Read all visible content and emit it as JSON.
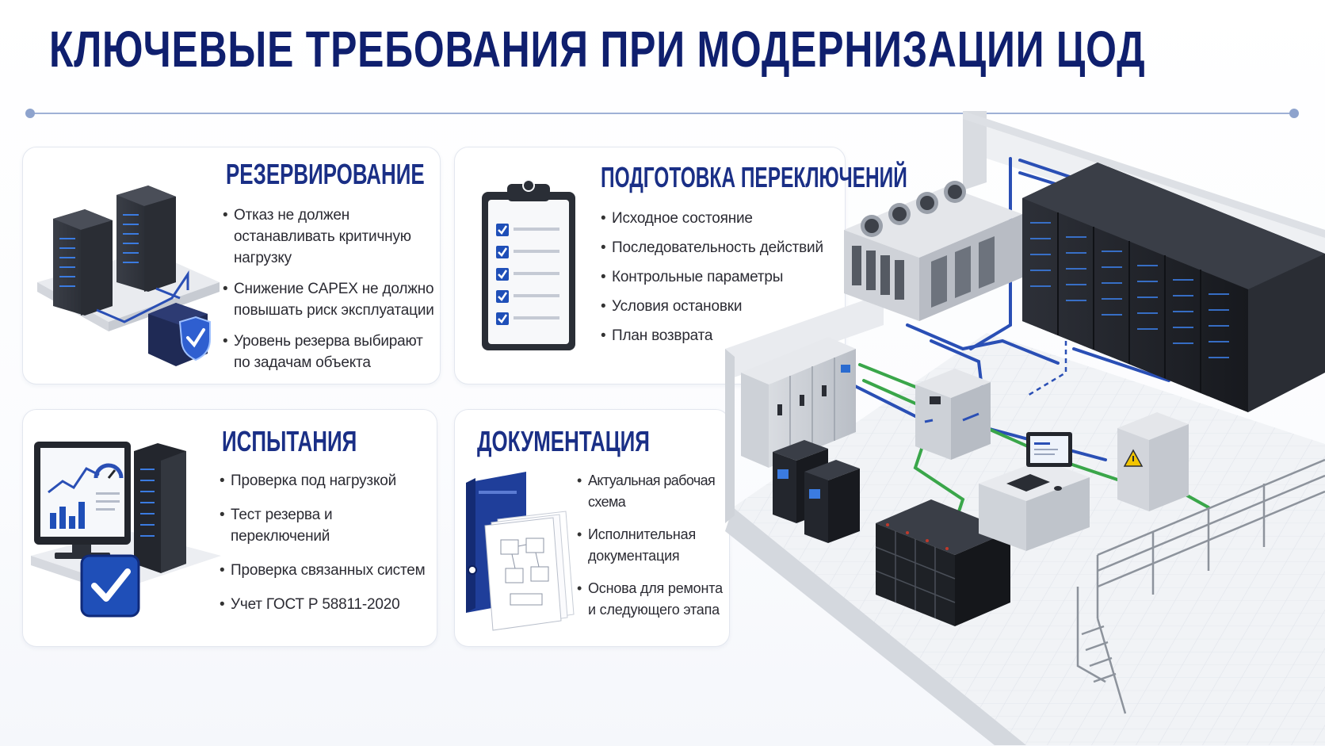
{
  "title": "КЛЮЧЕВЫЕ ТРЕБОВАНИЯ ПРИ МОДЕРНИЗАЦИИ ЦОД",
  "cards": {
    "redundancy": {
      "title": "РЕЗЕРВИРОВАНИЕ",
      "items": [
        "Отказ не должен останавливать критичную нагрузку",
        "Снижение CAPEX не должно повышать риск эксплуатации",
        "Уровень резерва выбирают по задачам объекта"
      ]
    },
    "switching": {
      "title": "ПОДГОТОВКА ПЕРЕКЛЮЧЕНИЙ",
      "items": [
        "Исходное состояние",
        "Последовательность действий",
        "Контрольные параметры",
        "Условия остановки",
        "План возврата"
      ]
    },
    "testing": {
      "title": "ИСПЫТАНИЯ",
      "items": [
        "Проверка под нагрузкой",
        "Тест резерва и переключений",
        "Проверка связанных систем",
        "Учет ГОСТ Р 58811-2020"
      ]
    },
    "documentation": {
      "title": "ДОКУМЕНТАЦИЯ",
      "items": [
        "Актуальная рабочая схема",
        "Исполнительная документация",
        "Основа для ремонта и следующего этапа"
      ]
    }
  },
  "colors": {
    "title": "#0f1f6e",
    "accent": "#1a2f86",
    "rack": "#23262d",
    "blue_pipe": "#2a4fb5",
    "green_cable": "#3aa64a"
  },
  "icons": [
    "server-rack-icon",
    "shield-check-icon",
    "clipboard-checklist-icon",
    "monitor-chart-icon",
    "checkmark-badge-icon",
    "binder-documents-icon",
    "warning-sign-icon"
  ]
}
